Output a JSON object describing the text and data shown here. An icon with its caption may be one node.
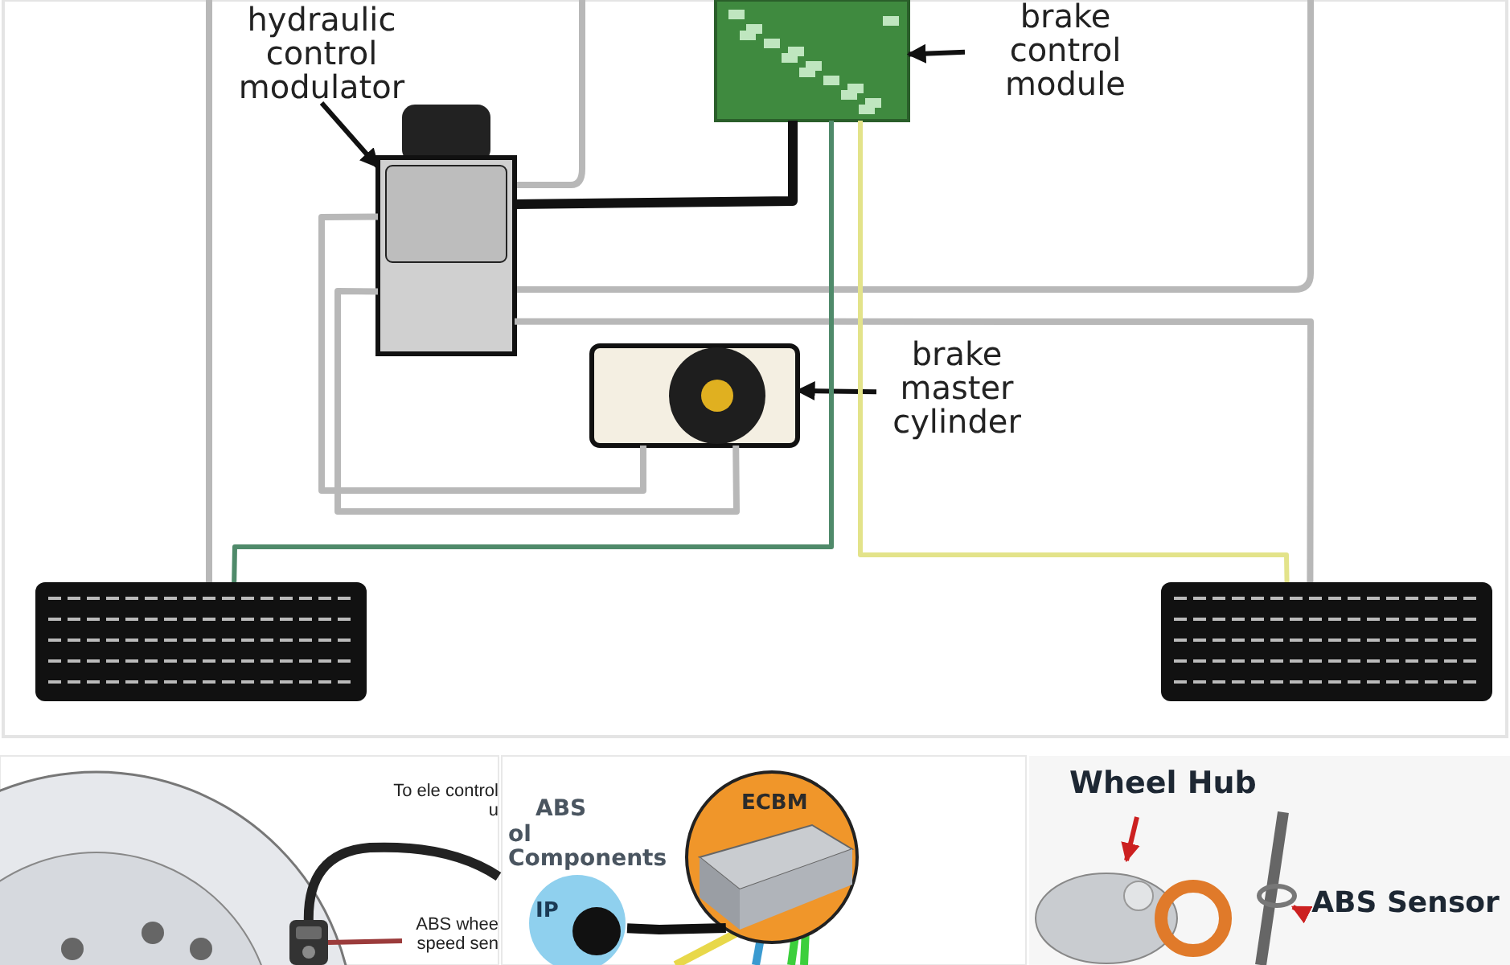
{
  "diagram": {
    "nodes": [
      {
        "text": [
          "hydraulic control modulator"
        ]
      },
      {
        "text": [],
        "shape": "picture"
      },
      {
        "text": [
          "brake control module"
        ]
      },
      {
        "text": [],
        "shape": "picture"
      },
      {
        "text": [
          "brake master cylinder"
        ]
      },
      {
        "text": [],
        "shape": "picture"
      },
      {
        "text": [],
        "shape": "picture"
      },
      {
        "text": [],
        "shape": "picture"
      },
      {
        "text": [
          "ABS whee speed sen"
        ]
      },
      {
        "text": [],
        "shape": "picture"
      },
      {
        "text": [
          "ECBM"
        ]
      },
      {
        "text": [
          "IP"
        ]
      },
      {
        "text": [
          "Wheel Hub"
        ]
      },
      {
        "text": [],
        "shape": "picture"
      },
      {
        "text": [
          "ABS Sensor"
        ]
      },
      {
        "text": [],
        "shape": "picture"
      }
    ],
    "edges": [
      {
        "from": 0,
        "to": 1,
        "arrow": "to"
      },
      {
        "from": 2,
        "to": 3,
        "arrow": "to"
      },
      {
        "from": 4,
        "to": 5,
        "arrow": "to"
      },
      {
        "from": 3,
        "to": 1,
        "arrow": "none",
        "style": "thick"
      },
      {
        "from": 1,
        "to": 5,
        "arrow": "none",
        "color": "#b8b8b8"
      },
      {
        "from": 1,
        "to": 5,
        "arrow": "none",
        "color": "#b8b8b8"
      },
      {
        "from": 1,
        "to": 7,
        "arrow": "none",
        "color": "#b8b8b8"
      },
      {
        "from": 3,
        "to": 6,
        "arrow": "none",
        "color": "#4f8a6a"
      },
      {
        "from": 3,
        "to": 7,
        "arrow": "none",
        "color": "#e3e38a"
      },
      {
        "from": 8,
        "to": 9,
        "arrow": "none",
        "color": "#9b3b3b"
      },
      {
        "from": 11,
        "to": 10,
        "arrow": "none",
        "style": "thick"
      },
      {
        "from": 12,
        "to": 13,
        "arrow": "to",
        "color": "#cc2020"
      },
      {
        "from": 14,
        "to": 15,
        "arrow": "to",
        "color": "#cc2020"
      }
    ],
    "labels": [
      "To ele control u",
      "ABS",
      "ol Components"
    ]
  }
}
